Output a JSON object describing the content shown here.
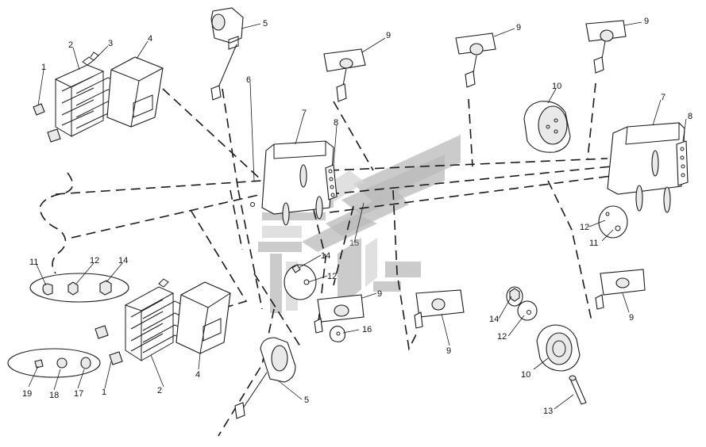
{
  "watermark": {
    "color": "#b9b9b9",
    "light_color": "#d6d6d6"
  },
  "callouts": {
    "c1a": "1",
    "c2a": "2",
    "c3": "3",
    "c4a": "4",
    "c5a": "5",
    "c6": "6",
    "c7a": "7",
    "c8a": "8",
    "c9a": "9",
    "c9b": "9",
    "c9c": "9",
    "c10a": "10",
    "c7b": "7",
    "c8b": "8",
    "c12a": "12",
    "c11a": "11",
    "c11b": "11",
    "c12b": "12",
    "c14a": "14",
    "c14b": "14",
    "c12c": "12",
    "c15": "15",
    "c9d": "9",
    "c16": "16",
    "c9e": "9",
    "c9f": "9",
    "c14c": "14",
    "c12d": "12",
    "c10b": "10",
    "c13": "13",
    "c4b": "4",
    "c2b": "2",
    "c1b": "1",
    "c5b": "5",
    "c19": "19",
    "c18": "18",
    "c17": "17"
  }
}
